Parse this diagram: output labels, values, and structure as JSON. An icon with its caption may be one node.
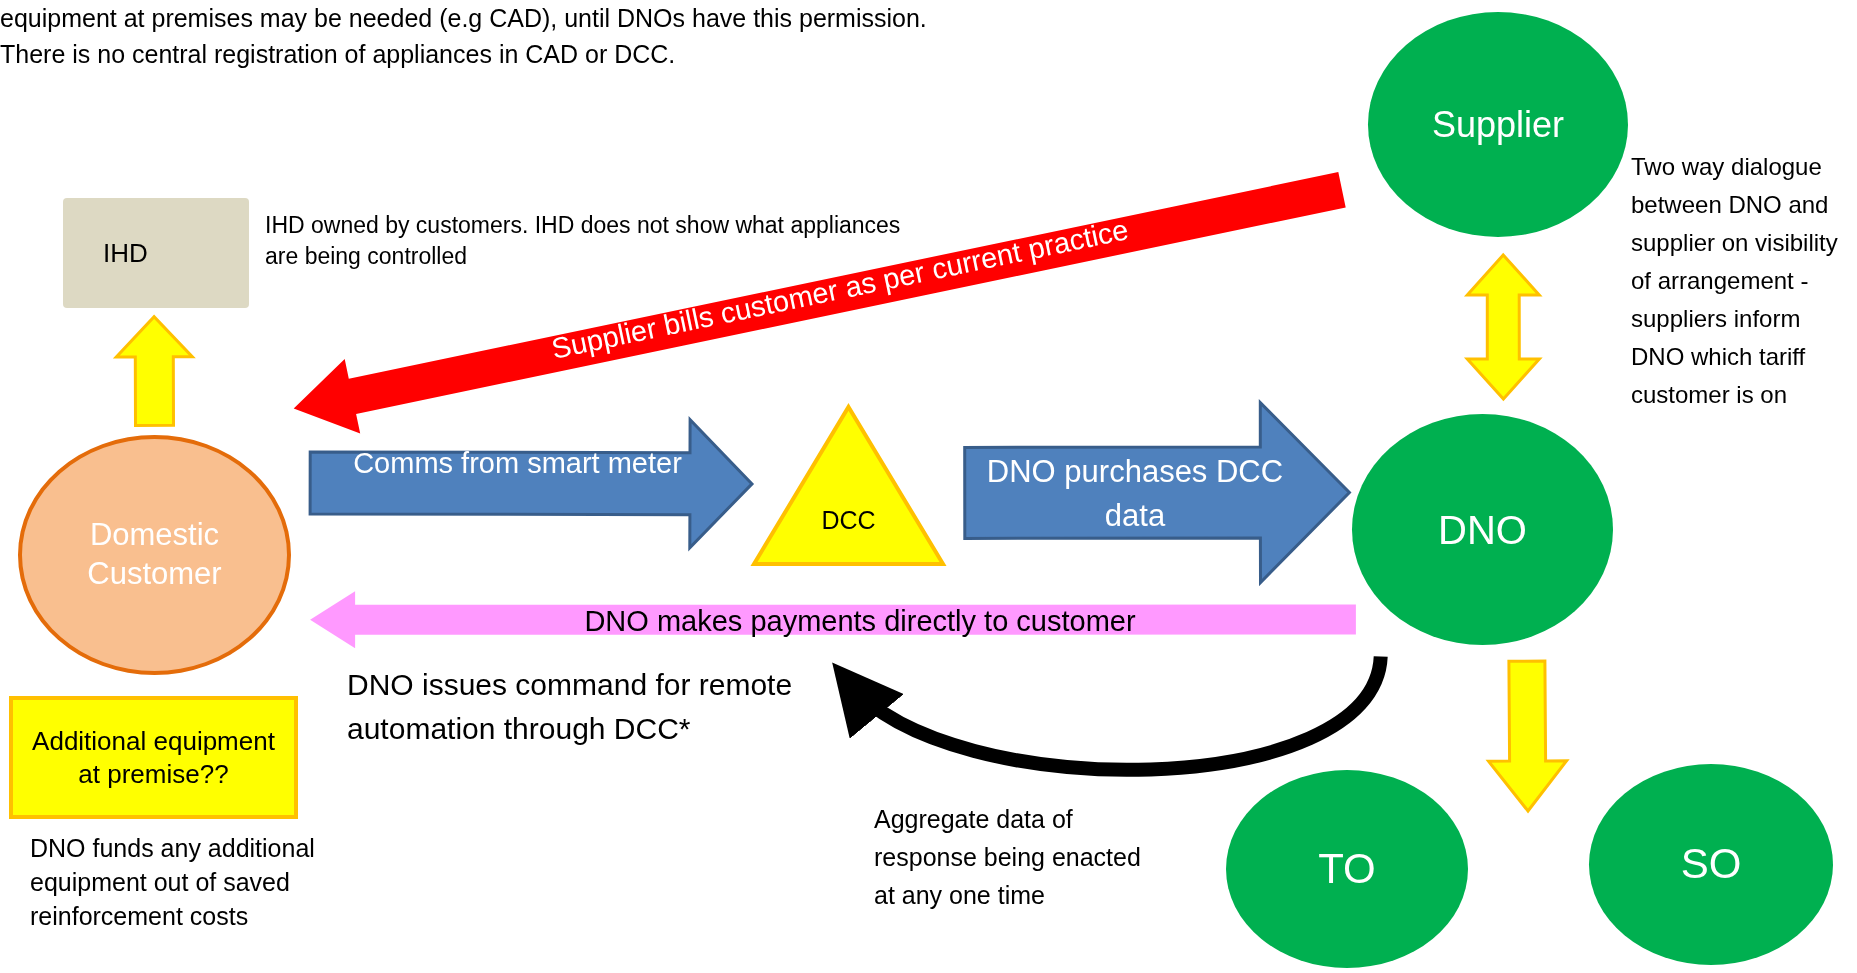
{
  "diagram": {
    "nodes": [
      {
        "text": [
          "IHD"
        ],
        "beside": [
          "IHD owned by customers. IHD does not show what appliances are being controlled"
        ]
      },
      {
        "text": [
          "Domestic Customer"
        ]
      },
      {
        "text": [
          "DCC"
        ]
      },
      {
        "text": [
          "Supplier"
        ]
      },
      {
        "text": [
          "DNO"
        ]
      },
      {
        "text": [
          "TO"
        ]
      },
      {
        "text": [
          "SO"
        ]
      },
      {
        "text": [
          "Additional equipment at premise??"
        ],
        "beside": [
          "DNO funds any additional equipment out of saved reinforcement costs"
        ]
      }
    ],
    "edges": [
      {
        "from": 1,
        "to": 0,
        "arrow": "to",
        "color": "#ffff00"
      },
      {
        "from": 3,
        "to": 1,
        "arrow": "to",
        "label": "Supplier bills customer as per current practice",
        "color": "#ff0000"
      },
      {
        "from": 1,
        "to": 2,
        "arrow": "to",
        "label": "Comms from smart meter",
        "color": "#4f81bd"
      },
      {
        "from": 2,
        "to": 4,
        "arrow": "to",
        "label": "DNO purchases DCC data",
        "color": "#4f81bd"
      },
      {
        "from": 4,
        "to": 1,
        "arrow": "to",
        "label": "DNO makes payments directly to customer",
        "color": "#ff99ff"
      },
      {
        "from": 3,
        "to": 4,
        "arrow": "both",
        "color": "#ffff00"
      },
      {
        "from": 4,
        "to": null,
        "arrow": "to",
        "color": "#ffff00"
      },
      {
        "from": 4,
        "to": null,
        "arrow": "to",
        "label": "DNO issues command for remote automation through DCC*",
        "color": "#000000"
      }
    ],
    "labels": [
      "equipment at premises may be needed (e.g CAD), until DNOs have this permission.  There is no central registration of appliances in CAD or DCC.",
      "Two way dialogue between DNO and supplier on visibility of arrangement - suppliers inform DNO which tariff customer is on",
      "Aggregate data of response being enacted at any one time"
    ]
  }
}
